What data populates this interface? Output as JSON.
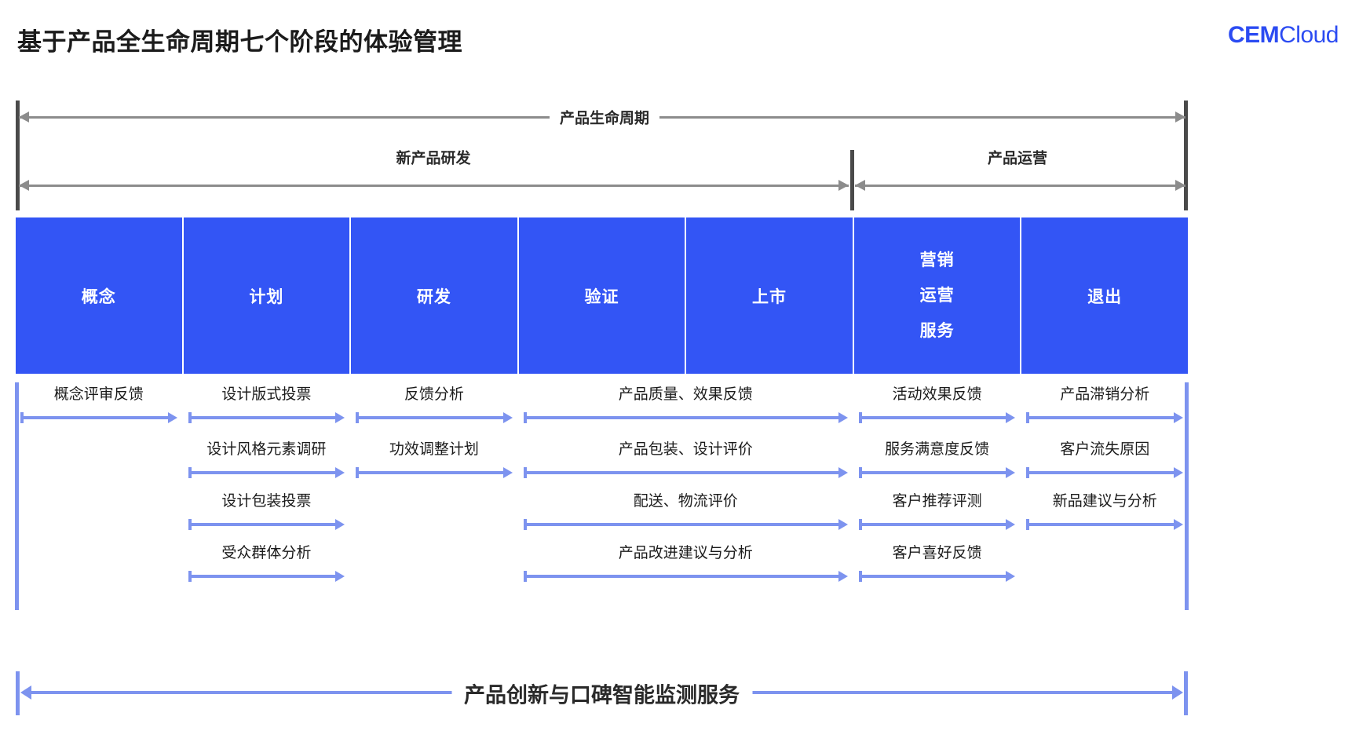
{
  "header": {
    "title": "基于产品全生命周期七个阶段的体验管理",
    "logo_mark": "CEM",
    "logo_word": "Cloud"
  },
  "scale": {
    "lifecycle_label": "产品生命周期",
    "phases": [
      {
        "label": "新产品研发"
      },
      {
        "label": "产品运营"
      }
    ]
  },
  "stages": [
    {
      "lines": [
        "概念"
      ]
    },
    {
      "lines": [
        "计划"
      ]
    },
    {
      "lines": [
        "研发"
      ]
    },
    {
      "lines": [
        "验证"
      ]
    },
    {
      "lines": [
        "上市"
      ]
    },
    {
      "lines": [
        "营销",
        "运营",
        "服务"
      ]
    },
    {
      "lines": [
        "退出"
      ]
    }
  ],
  "tasks": [
    {
      "label": "概念评审反馈",
      "row": 0,
      "col_start": 0,
      "col_end": 0
    },
    {
      "label": "设计版式投票",
      "row": 0,
      "col_start": 1,
      "col_end": 1
    },
    {
      "label": "反馈分析",
      "row": 0,
      "col_start": 2,
      "col_end": 2
    },
    {
      "label": "产品质量、效果反馈",
      "row": 0,
      "col_start": 3,
      "col_end": 4
    },
    {
      "label": "活动效果反馈",
      "row": 0,
      "col_start": 5,
      "col_end": 5
    },
    {
      "label": "产品滞销分析",
      "row": 0,
      "col_start": 6,
      "col_end": 6
    },
    {
      "label": "设计风格元素调研",
      "row": 1,
      "col_start": 1,
      "col_end": 1
    },
    {
      "label": "功效调整计划",
      "row": 1,
      "col_start": 2,
      "col_end": 2
    },
    {
      "label": "产品包装、设计评价",
      "row": 1,
      "col_start": 3,
      "col_end": 4
    },
    {
      "label": "服务满意度反馈",
      "row": 1,
      "col_start": 5,
      "col_end": 5
    },
    {
      "label": "客户流失原因",
      "row": 1,
      "col_start": 6,
      "col_end": 6
    },
    {
      "label": "设计包装投票",
      "row": 2,
      "col_start": 1,
      "col_end": 1
    },
    {
      "label": "配送、物流评价",
      "row": 2,
      "col_start": 3,
      "col_end": 4
    },
    {
      "label": "客户推荐评测",
      "row": 2,
      "col_start": 5,
      "col_end": 5
    },
    {
      "label": "新品建议与分析",
      "row": 2,
      "col_start": 6,
      "col_end": 6
    },
    {
      "label": "受众群体分析",
      "row": 3,
      "col_start": 1,
      "col_end": 1
    },
    {
      "label": "产品改进建议与分析",
      "row": 3,
      "col_start": 3,
      "col_end": 4
    },
    {
      "label": "客户喜好反馈",
      "row": 3,
      "col_start": 5,
      "col_end": 5
    }
  ],
  "banner": {
    "label": "产品创新与口碑智能监测服务"
  },
  "colors": {
    "stage_blue": "#3355f5",
    "arrow_blue": "#7d93ef",
    "rule_gray": "#8c8c8c",
    "brand_blue": "#2b4bf2"
  }
}
